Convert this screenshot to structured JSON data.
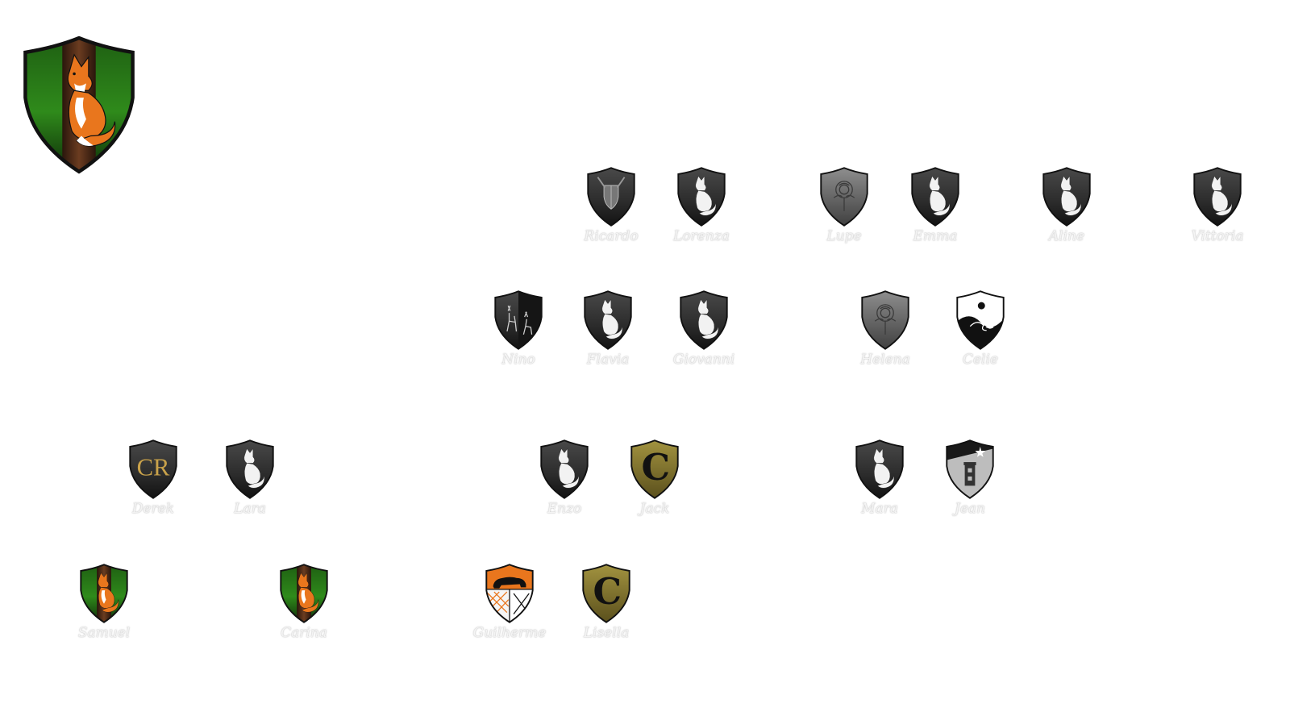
{
  "colors": {
    "fox_green": "#1e5e12",
    "fox_dark": "#0d2a08",
    "gray_dark": "#2b2b2b",
    "gray_light": "#9a9a9a",
    "gold": "#c9a24a",
    "olive": "#8a7b2e",
    "orange": "#e9761d"
  },
  "crests": [
    {
      "id": "ricardo",
      "name": "Ricardo",
      "type": "gray-shield-icon"
    },
    {
      "id": "lorenza",
      "name": "Lorenza",
      "type": "gray-fox-icon"
    },
    {
      "id": "lupe",
      "name": "Lupe",
      "type": "gray-rose-icon"
    },
    {
      "id": "emma",
      "name": "Emma",
      "type": "gray-fox-icon"
    },
    {
      "id": "aline",
      "name": "Aline",
      "type": "gray-fox-icon"
    },
    {
      "id": "vittoria",
      "name": "Vittoria",
      "type": "gray-fox-icon"
    },
    {
      "id": "nino",
      "name": "Nino",
      "type": "deer-icon"
    },
    {
      "id": "flavia",
      "name": "Flavia",
      "type": "gray-fox-icon"
    },
    {
      "id": "giovanni",
      "name": "Giovanni",
      "type": "gray-fox-icon"
    },
    {
      "id": "helena",
      "name": "Helena",
      "type": "gray-rose-icon"
    },
    {
      "id": "celie",
      "name": "Celie",
      "type": "wave-icon"
    },
    {
      "id": "derek",
      "name": "Derek",
      "type": "cr-monogram-icon"
    },
    {
      "id": "lara",
      "name": "Lara",
      "type": "gray-fox-icon"
    },
    {
      "id": "enzo",
      "name": "Enzo",
      "type": "gray-fox-icon"
    },
    {
      "id": "jack",
      "name": "Jack",
      "type": "olive-c-icon"
    },
    {
      "id": "mara",
      "name": "Mara",
      "type": "gray-fox-icon"
    },
    {
      "id": "jean",
      "name": "Jean",
      "type": "tower-star-icon"
    },
    {
      "id": "samuel",
      "name": "Samuel",
      "type": "green-fox-icon"
    },
    {
      "id": "carina",
      "name": "Carina",
      "type": "green-fox-icon"
    },
    {
      "id": "guilherme",
      "name": "Guilherme",
      "type": "bear-icon"
    },
    {
      "id": "lisella",
      "name": "Lisella",
      "type": "olive-c-icon"
    }
  ]
}
